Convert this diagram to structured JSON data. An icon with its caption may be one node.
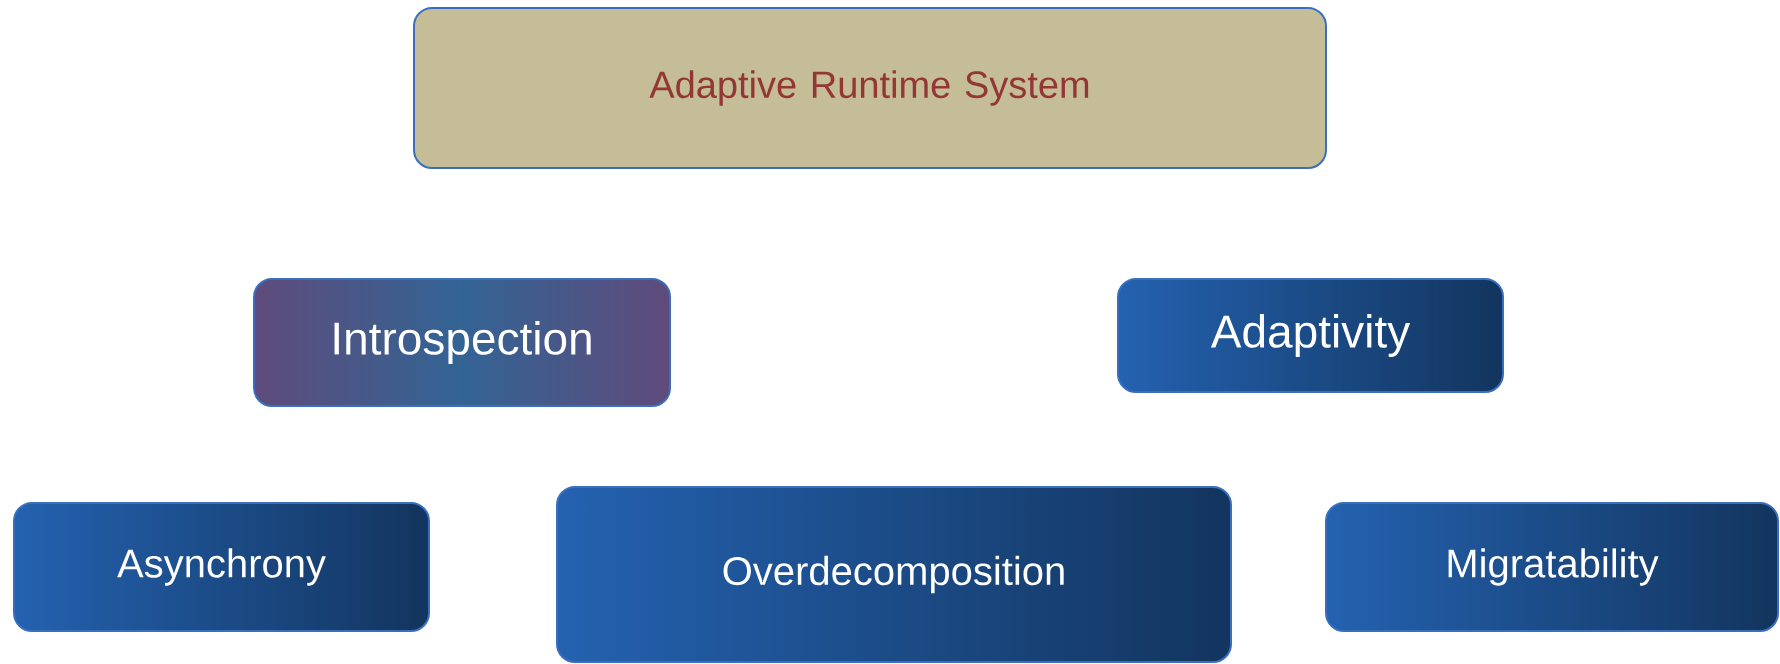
{
  "diagram": {
    "nodes": [
      {
        "text": [
          "Adaptive Runtime System"
        ]
      },
      {
        "text": [
          "Introspection"
        ]
      },
      {
        "text": [
          "Adaptivity"
        ]
      },
      {
        "text": [
          "Asynchrony"
        ]
      },
      {
        "text": [
          "Overdecomposition"
        ]
      },
      {
        "text": [
          "Migratability"
        ]
      }
    ]
  }
}
